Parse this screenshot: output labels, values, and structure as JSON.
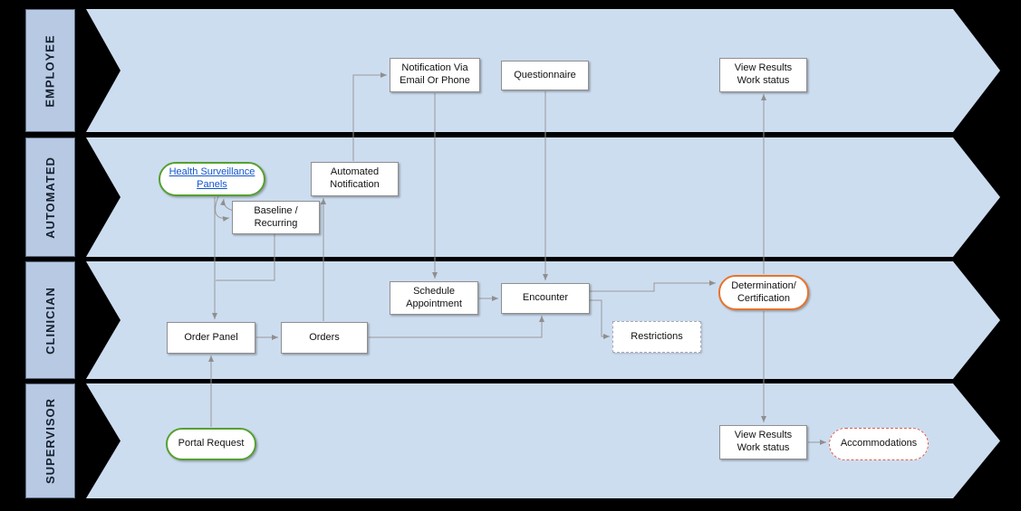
{
  "diagram": {
    "type": "swimlane-flowchart",
    "lanes": [
      {
        "id": "employee",
        "label": "EMPLOYEE"
      },
      {
        "id": "automated",
        "label": "AUTOMATED"
      },
      {
        "id": "clinician",
        "label": "CLINICIAN"
      },
      {
        "id": "supervisor",
        "label": "SUPERVISOR"
      }
    ],
    "nodes": {
      "notification_via_email_or_phone": {
        "label": "Notification Via Email Or Phone",
        "lane": "employee",
        "shape": "rect"
      },
      "questionnaire": {
        "label": "Questionnaire",
        "lane": "employee",
        "shape": "rect"
      },
      "view_results_employee": {
        "label": "View Results Work status",
        "lane": "employee",
        "shape": "rect"
      },
      "health_surveillance_panels": {
        "label": "Health Surveillance Panels",
        "lane": "automated",
        "shape": "pill",
        "accent": "green",
        "link": true
      },
      "baseline_recurring": {
        "label": "Baseline / Recurring",
        "lane": "automated",
        "shape": "rect"
      },
      "automated_notification": {
        "label": "Automated Notification",
        "lane": "automated",
        "shape": "rect"
      },
      "schedule_appointment": {
        "label": "Schedule Appointment",
        "lane": "clinician",
        "shape": "rect"
      },
      "encounter": {
        "label": "Encounter",
        "lane": "clinician",
        "shape": "rect"
      },
      "determination_certification": {
        "label": "Determination/ Certification",
        "lane": "clinician",
        "shape": "pill",
        "accent": "orange"
      },
      "restrictions": {
        "label": "Restrictions",
        "lane": "clinician",
        "shape": "rect-dashed"
      },
      "order_panel": {
        "label": "Order Panel",
        "lane": "clinician",
        "shape": "rect"
      },
      "orders": {
        "label": "Orders",
        "lane": "clinician",
        "shape": "rect"
      },
      "portal_request": {
        "label": "Portal Request",
        "lane": "supervisor",
        "shape": "pill",
        "accent": "green"
      },
      "view_results_supervisor": {
        "label": "View Results Work status",
        "lane": "supervisor",
        "shape": "rect"
      },
      "accommodations": {
        "label": "Accommodations",
        "lane": "supervisor",
        "shape": "pill-dashed",
        "accent": "red"
      }
    },
    "connections": [
      {
        "from": "health_surveillance_panels",
        "to": "baseline_recurring"
      },
      {
        "from": "baseline_recurring",
        "to": "health_surveillance_panels"
      },
      {
        "from": "health_surveillance_panels",
        "to": "order_panel"
      },
      {
        "from": "baseline_recurring",
        "to": "order_panel"
      },
      {
        "from": "portal_request",
        "to": "order_panel"
      },
      {
        "from": "order_panel",
        "to": "orders"
      },
      {
        "from": "orders",
        "to": "automated_notification"
      },
      {
        "from": "automated_notification",
        "to": "notification_via_email_or_phone"
      },
      {
        "from": "notification_via_email_or_phone",
        "to": "schedule_appointment"
      },
      {
        "from": "questionnaire",
        "to": "encounter"
      },
      {
        "from": "schedule_appointment",
        "to": "encounter"
      },
      {
        "from": "orders",
        "to": "encounter"
      },
      {
        "from": "encounter",
        "to": "determination_certification"
      },
      {
        "from": "encounter",
        "to": "restrictions"
      },
      {
        "from": "determination_certification",
        "to": "view_results_employee"
      },
      {
        "from": "determination_certification",
        "to": "view_results_supervisor"
      },
      {
        "from": "view_results_supervisor",
        "to": "accommodations"
      }
    ],
    "colors": {
      "background": "#000000",
      "lane_fill": "#cdddf0",
      "lane_label_fill": "#b7c9e3",
      "node_fill": "#ffffff",
      "node_border": "#8f8f8f",
      "green_accent": "#55a030",
      "orange_accent": "#e8732a",
      "red_dashed_accent": "#d9604f",
      "link_blue": "#1155cc",
      "connector": "#999999"
    }
  }
}
